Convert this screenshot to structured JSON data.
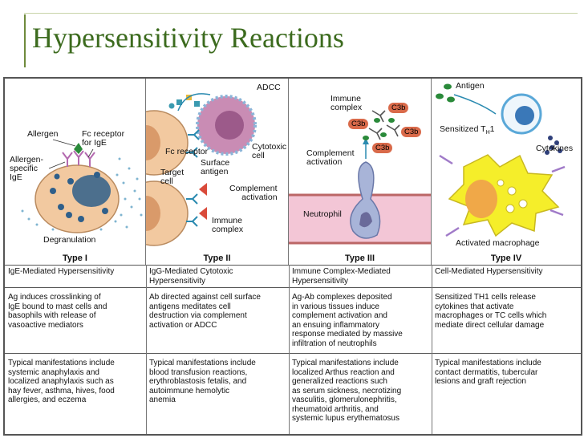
{
  "title": "Hypersensitivity Reactions",
  "panels": {
    "type1": {
      "label": "Type I",
      "allergen": "Allergen",
      "fc_receptor": "Fc receptor\nfor IgE",
      "allergen_specific": "Allergen-\nspecific\nIgE",
      "degranulation": "Degranulation"
    },
    "type2": {
      "label": "Type II",
      "adcc": "ADCC",
      "fc_receptor": "Fc receptor",
      "cytotoxic": "Cytotoxic\ncell",
      "surface_antigen": "Surface\nantigen",
      "target_cell": "Target\ncell",
      "complement_activation": "Complement\nactivation",
      "immune_complex": "Immune\ncomplex"
    },
    "type3": {
      "label": "Type III",
      "immune_complex": "Immune\ncomplex",
      "c3b": "C3b",
      "complement_activation": "Complement\nactivation",
      "neutrophil": "Neutrophil"
    },
    "type4": {
      "label": "Type IV",
      "antigen": "Antigen",
      "sensitized": "Sensitized T",
      "sensitized_sub": "H",
      "sensitized_suffix": "1",
      "cytokines": "Cytokines",
      "activated_macrophage": "Activated macrophage"
    }
  },
  "table": {
    "names": [
      "IgE-Mediated Hypersensitivity",
      "IgG-Mediated Cytotoxic\nHypersensitivity",
      "Immune Complex-Mediated\nHypersensitivity",
      "Cell-Mediated Hypersensitivity"
    ],
    "mechanisms": [
      "Ag induces crosslinking of\nIgE bound to mast cells and\nbasophils with release of\nvasoactive mediators",
      "Ab directed against cell surface\nantigens meditates cell\ndestruction via complement\nactivation or ADCC",
      "Ag-Ab complexes deposited\nin various tissues induce\ncomplement activation and\nan ensuing inflammatory\nresponse mediated by massive\ninfiltration of neutrophils",
      "Sensitized TH1 cells release\ncytokines that activate\nmacrophages or TC cells which\nmediate direct cellular damage"
    ],
    "manifestations": [
      "Typical manifestations include\nsystemic anaphylaxis and\nlocalized anaphylaxis such as\nhay fever, asthma, hives, food\nallergies, and eczema",
      "Typical manifestations include\nblood transfusion reactions,\nerythroblastosis fetalis, and\nautoimmune hemolytic\nanemia",
      "Typical manifestations include\nlocalized Arthus reaction and\ngeneralized reactions such\nas serum sickness, necrotizing\nvasculitis, glomerulonephritis,\nrheumatoid arthritis, and\nsystemic lupus erythematosus",
      "Typical manifestations include\ncontact dermatitis, tubercular\nlesions and graft rejection"
    ]
  },
  "colors": {
    "title": "#3c6b1e",
    "accent_line": "#6f8a3c",
    "mast_cell": "#f2c9a0",
    "granule": "#2f5f8a",
    "cytotoxic_cell": "#c98cb4",
    "vessel": "#f3c6d6",
    "macrophage": "#f5ee2a",
    "complement": "#d96a4a",
    "antigen_green": "#2a8a3a"
  }
}
